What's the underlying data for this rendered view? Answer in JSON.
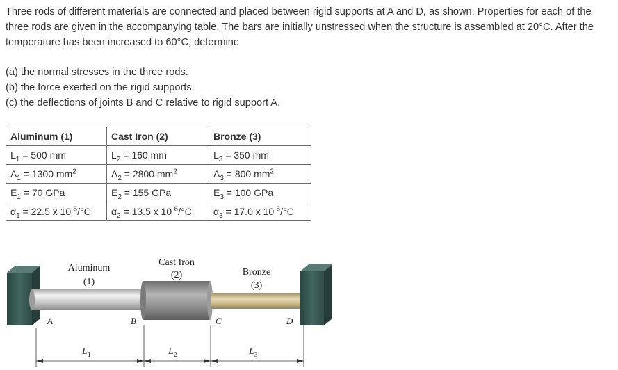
{
  "problem": {
    "intro": "Three rods of different materials are connected and placed between rigid supports at A and D, as shown. Properties for each of the three rods are given in the accompanying table. The bars are initially unstressed when the structure is assembled at 20°C. After the temperature has been increased to 60°C, determine",
    "part_a": "(a) the normal stresses in the three rods.",
    "part_b": "(b) the force exerted on the rigid supports.",
    "part_c": "(c) the deflections of joints B and C relative to rigid support A."
  },
  "table": {
    "headers": [
      "Aluminum (1)",
      "Cast Iron (2)",
      "Bronze (3)"
    ],
    "rows": [
      [
        {
          "sym": "L",
          "sub": "1",
          "val": " = 500 mm",
          "sup": ""
        },
        {
          "sym": "L",
          "sub": "2",
          "val": " = 160 mm",
          "sup": ""
        },
        {
          "sym": "L",
          "sub": "3",
          "val": " = 350 mm",
          "sup": ""
        }
      ],
      [
        {
          "sym": "A",
          "sub": "1",
          "val": " = 1300 mm",
          "sup": "2"
        },
        {
          "sym": "A",
          "sub": "2",
          "val": " = 2800 mm",
          "sup": "2"
        },
        {
          "sym": "A",
          "sub": "3",
          "val": " = 800 mm",
          "sup": "2"
        }
      ],
      [
        {
          "sym": "E",
          "sub": "1",
          "val": " = 70 GPa",
          "sup": ""
        },
        {
          "sym": "E",
          "sub": "2",
          "val": " = 155 GPa",
          "sup": ""
        },
        {
          "sym": "E",
          "sub": "3",
          "val": " = 100 GPa",
          "sup": ""
        }
      ],
      [
        {
          "sym": "α",
          "sub": "1",
          "val": " = 22.5 x 10",
          "sup": "-6",
          "tail": "/°C"
        },
        {
          "sym": "α",
          "sub": "2",
          "val": " = 13.5 x 10",
          "sup": "-6",
          "tail": "/°C"
        },
        {
          "sym": "α",
          "sub": "3",
          "val": " = 17.0 x 10",
          "sup": "-6",
          "tail": "/°C"
        }
      ]
    ]
  },
  "figure": {
    "rod1_name": "Aluminum",
    "rod1_num": "(1)",
    "rod2_name": "Cast Iron",
    "rod2_num": "(2)",
    "rod3_name": "Bronze",
    "rod3_num": "(3)",
    "point_a": "A",
    "point_b": "B",
    "point_c": "C",
    "point_d": "D",
    "dim1_sym": "L",
    "dim1_sub": "1",
    "dim2_sym": "L",
    "dim2_sub": "2",
    "dim3_sym": "L",
    "dim3_sub": "3",
    "colors": {
      "support": "#3a5a55",
      "aluminum": "#c8c8c8",
      "cast_iron": "#8a8a8a",
      "bronze": "#c8b98c"
    }
  }
}
